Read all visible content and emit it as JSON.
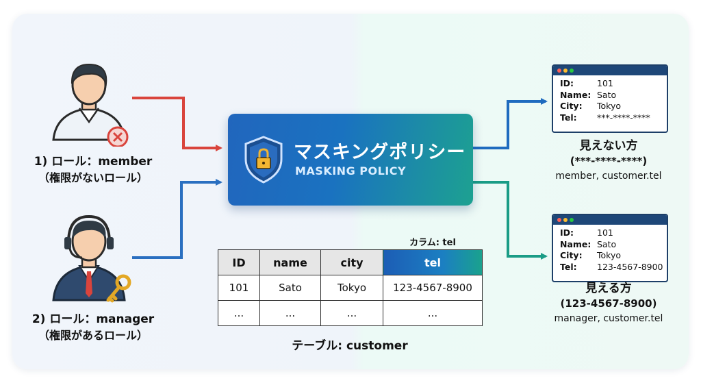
{
  "roles": [
    {
      "label": "1) ロール：member",
      "sub": "（権限がないロール）"
    },
    {
      "label": "2) ロール：manager",
      "sub": "（権限があるロール）"
    }
  ],
  "policy": {
    "title_jp": "マスキングポリシー",
    "title_en": "MASKING POLICY"
  },
  "table": {
    "column_caption": "カラム: tel",
    "headers": [
      "ID",
      "name",
      "city",
      "tel"
    ],
    "rows": [
      [
        "101",
        "Sato",
        "Tokyo",
        "123-4567-8900"
      ],
      [
        "...",
        "...",
        "...",
        "..."
      ]
    ],
    "caption": "テーブル: customer"
  },
  "results": [
    {
      "fields": [
        {
          "key": "ID:",
          "value": "101"
        },
        {
          "key": "Name:",
          "value": "Sato"
        },
        {
          "key": "City:",
          "value": "Tokyo"
        },
        {
          "key": "Tel:",
          "value": "***-****-****"
        }
      ],
      "title": "見えない方",
      "value": "(***-****-****)",
      "grant": "member, customer.tel"
    },
    {
      "fields": [
        {
          "key": "ID:",
          "value": "101"
        },
        {
          "key": "Name:",
          "value": "Sato"
        },
        {
          "key": "City:",
          "value": "Tokyo"
        },
        {
          "key": "Tel:",
          "value": "123-4567-8900"
        }
      ],
      "title": "見える方",
      "value": "(123-4567-8900)",
      "grant": "manager, customer.tel"
    }
  ],
  "colors": {
    "deny_arrow": "#d9443c",
    "member_arrow": "#2a6fc0",
    "to_masked_arrow": "#1f6bbf",
    "to_visible_arrow": "#1a9c86",
    "policy_gradient_start": "#2166bd",
    "policy_gradient_end": "#1da191",
    "window_header": "#1e4778"
  },
  "icons": [
    "user-icon",
    "deny-x-icon",
    "headset-user-icon",
    "key-icon",
    "shield-lock-icon",
    "window-icon"
  ]
}
